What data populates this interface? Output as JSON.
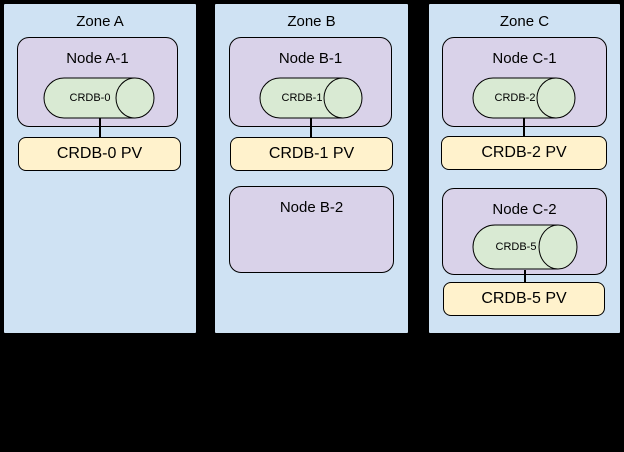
{
  "colors": {
    "background": "#000000",
    "zone_fill": "#cfe2f3",
    "node_fill": "#d9d2e9",
    "db_fill": "#d9ead3",
    "pv_fill": "#fff2cc",
    "border_color": "#000000"
  },
  "zones": [
    {
      "label": "Zone A",
      "nodes": [
        {
          "label": "Node A-1",
          "db_label": "CRDB-0",
          "pv_label": "CRDB-0 PV"
        }
      ]
    },
    {
      "label": "Zone B",
      "nodes": [
        {
          "label": "Node B-1",
          "db_label": "CRDB-1",
          "pv_label": "CRDB-1 PV"
        },
        {
          "label": "Node B-2"
        }
      ]
    },
    {
      "label": "Zone C",
      "nodes": [
        {
          "label": "Node C-1",
          "db_label": "CRDB-2",
          "pv_label": "CRDB-2 PV"
        },
        {
          "label": "Node C-2",
          "db_label": "CRDB-5",
          "pv_label": "CRDB-5 PV"
        }
      ]
    }
  ]
}
